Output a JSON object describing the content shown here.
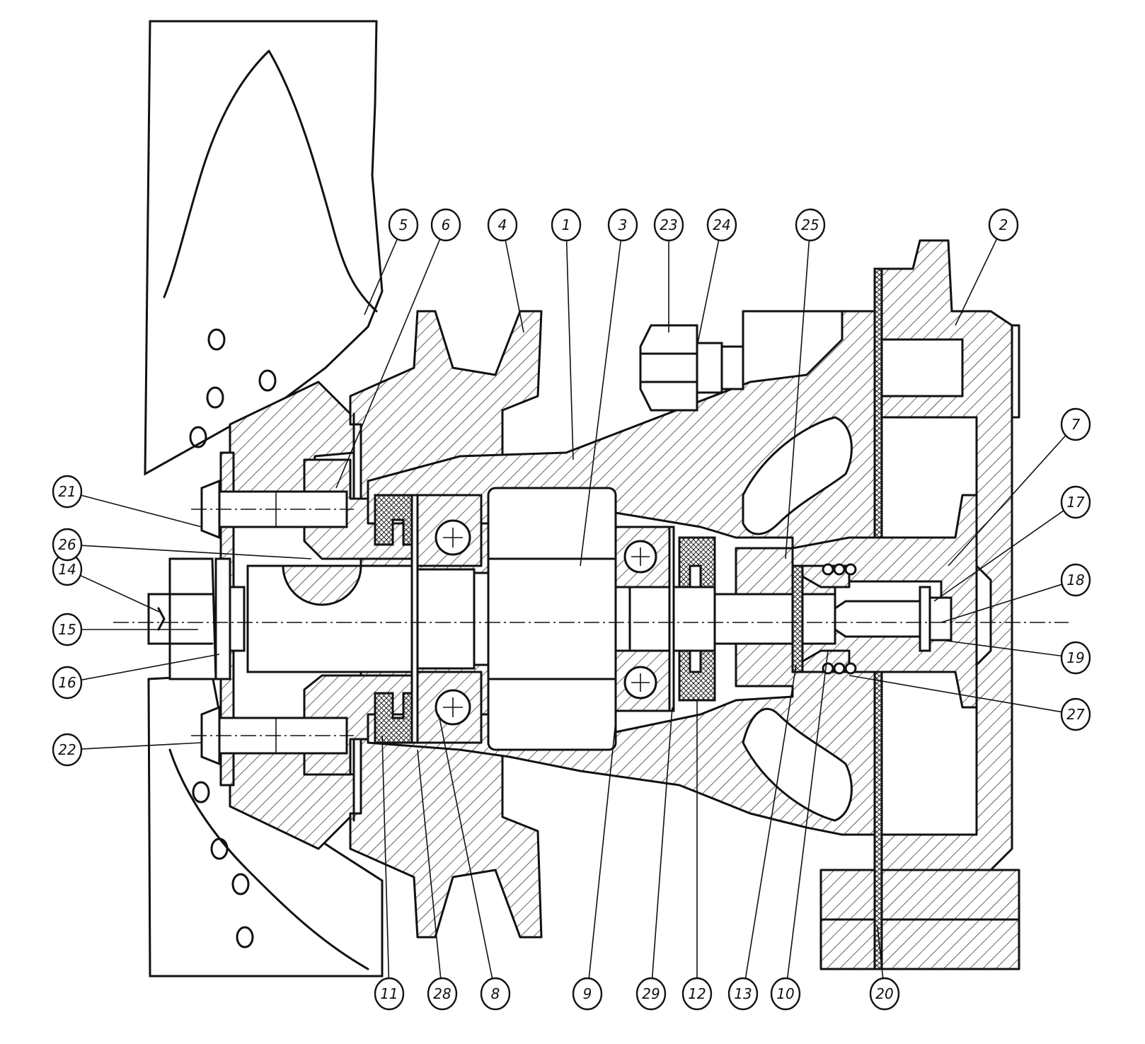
{
  "callouts": [
    {
      "label": "1"
    },
    {
      "label": "2"
    },
    {
      "label": "3"
    },
    {
      "label": "4"
    },
    {
      "label": "5"
    },
    {
      "label": "6"
    },
    {
      "label": "7"
    },
    {
      "label": "8"
    },
    {
      "label": "9"
    },
    {
      "label": "10"
    },
    {
      "label": "11"
    },
    {
      "label": "12"
    },
    {
      "label": "13"
    },
    {
      "label": "14"
    },
    {
      "label": "15"
    },
    {
      "label": "16"
    },
    {
      "label": "17"
    },
    {
      "label": "18"
    },
    {
      "label": "19"
    },
    {
      "label": "20"
    },
    {
      "label": "21"
    },
    {
      "label": "22"
    },
    {
      "label": "23"
    },
    {
      "label": "24"
    },
    {
      "label": "25"
    },
    {
      "label": "26"
    },
    {
      "label": "27"
    },
    {
      "label": "28"
    },
    {
      "label": "29"
    }
  ]
}
